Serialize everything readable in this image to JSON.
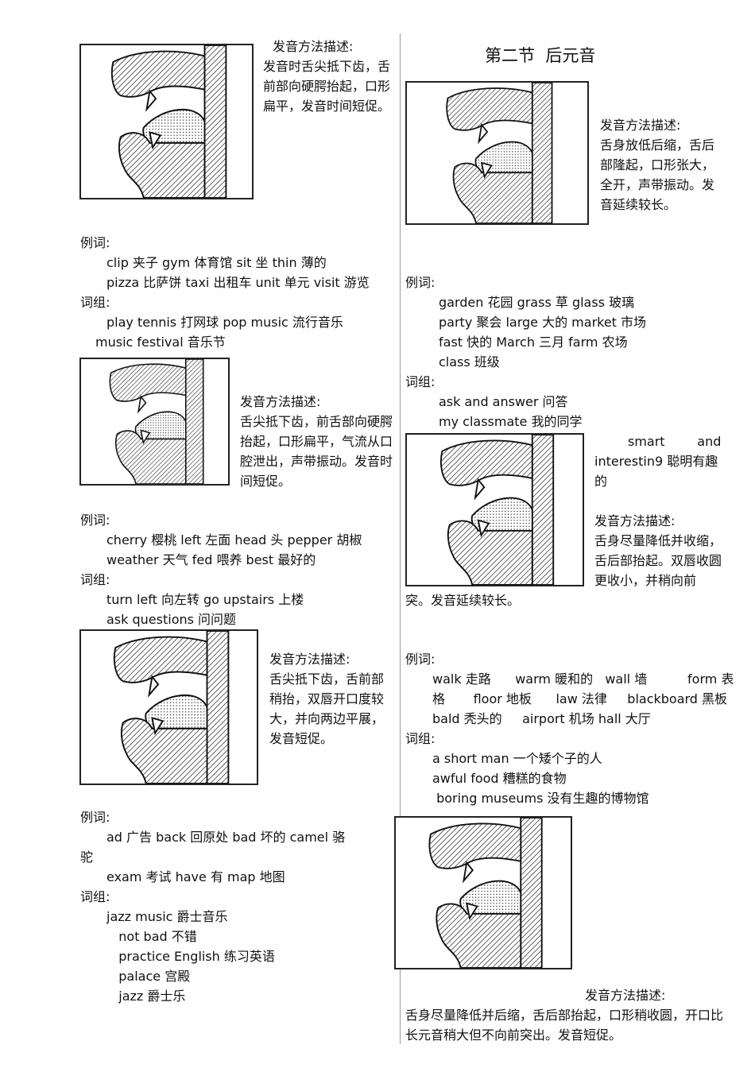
{
  "right": {
    "title": "第二节  后元音",
    "block1": {
      "desc_label": "发音方法描述:",
      "desc_text": "舌身放低后缩，舌后部隆起，口形张大，全开，声带振动。发音延续较长。",
      "ex_label": "例词:",
      "ex_lines": [
        "garden 花园  grass 草    glass 玻璃",
        "party 聚会 large 大的   market 市场",
        "fast 快的     March 三月   farm 农场",
        "class 班级"
      ],
      "ph_label": "词组:",
      "ph_lines": [
        "ask and answer 问答",
        "my classmate 我的同学"
      ]
    },
    "block2": {
      "ph_extra1": "smart        and",
      "ph_extra2": "interestin9 聪明有趣的",
      "desc_label": "发音方法描述:",
      "desc_text_a": "舌身尽量降低并收缩，舌后部抬起。双唇收圆更收小，并稍向前",
      "desc_text_b": "突。发音延续较长。",
      "ex_label": "例词:",
      "ex_lines": [
        "walk 走路      warm 暖和的   wall 墙          form 表",
        "格       floor 地板      law 法律     blackboard 黑板",
        "bald 秃头的     airport 机场 hall 大厅"
      ],
      "ph_label": "词组:",
      "ph_lines": [
        "a short man 一个矮个子的人",
        "awful food 糟糕的食物",
        " boring museums 没有生趣的博物馆"
      ]
    },
    "block3": {
      "desc_label": "发音方法描述:",
      "desc_text": "舌身尽量降低并后缩，舌后部抬起，口形稍收圆，开口比长元音稍大但不向前突出。发音短促。"
    }
  },
  "left": {
    "block1": {
      "desc_label": "发音方法描述:",
      "desc_text": "发音时舌尖抵下齿，舌前部向硬腭抬起，口形扁平，发音时间短促。",
      "ex_label": "例词:",
      "ex_lines": [
        "clip 夹子     gym 体育馆      sit 坐    thin 薄的",
        "pizza 比萨饼 taxi 出租车  unit 单元 visit 游览"
      ],
      "ph_label": "词组:",
      "ph_lines": [
        "play tennis 打网球      pop music 流行音乐",
        "music festival 音乐节"
      ]
    },
    "block2": {
      "desc_label": "发音方法描述:",
      "desc_text": "舌尖抵下齿，前舌部向硬腭抬起，口形扁平，气流从口腔泄出，声带振动。发音时间短促。",
      "ex_label": "例词:",
      "ex_lines": [
        "cherry 樱桃    left 左面   head 头   pepper 胡椒",
        "weather 天气    fed 喂养    best 最好的"
      ],
      "ph_label": "词组:",
      "ph_lines": [
        "turn left 向左转        go upstairs 上楼",
        "ask questions 问问题"
      ]
    },
    "block3": {
      "desc_label": "发音方法描述:",
      "desc_text": "舌尖抵下齿，舌前部稍抬，双唇开口度较大，并向两边平展，发音短促。",
      "ex_label": "例词:",
      "ex_line1": "ad 广告    back 回原处    bad 坏的       camel 骆",
      "ex_line1b": "驼",
      "ex_line2": "exam 考试   have 有     map 地图",
      "ph_label": "词组:",
      "ph_lines": [
        "jazz music 爵士音乐",
        "   not bad 不错",
        "   practice English 练习英语",
        "   palace 宫殿",
        "   jazz 爵士乐"
      ]
    }
  },
  "colors": {
    "ink": "#111111",
    "hatch": "#555555",
    "divider": "#9a9a9a"
  },
  "icons": [
    "mouth-diagram-icon"
  ]
}
